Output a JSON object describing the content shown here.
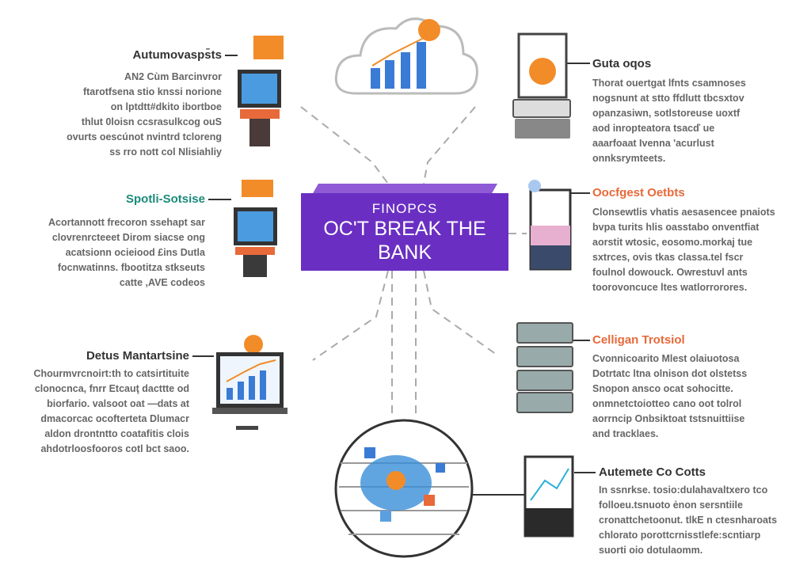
{
  "center": {
    "line1": "FINOPCS",
    "line2": "OC'T BREAK THE",
    "line3": "BANK"
  },
  "left": [
    {
      "title": "Autumovasps̄ts",
      "desc": [
        "AN2 Cùm Barcinvror",
        "ftarotfsena stio knssi norione",
        "on lptdtt#dkito ibortboe",
        "thlut 0loisn ccsrasulkcog ouS",
        "ovurts oescúnot nvintrd tcloreng",
        "ss rro nott col Nlisiahliy"
      ]
    },
    {
      "title": "Spotli-Sotsise",
      "desc": [
        "Acortannott frecoron ssehapt sar",
        "clovrenrcteeet Dirom siacse ong",
        "acatsionn ocieiood £ins Dutla",
        "focnwatinns. fbootitza stkseuts",
        "catte ,AVE codeos"
      ]
    },
    {
      "title": "Detus Mantartsine",
      "desc": [
        "Chourmvrcnoirt:th to catsirtituite",
        "clonocnca, fnrr Etcauţ dacttte od",
        "biorfario. valsoot oat —dats at",
        "dmacorcac ocofterteta Dlumacr",
        "aldon drontntto coatafitis clois",
        "ahdotrloosfooros cotl bct saoo."
      ]
    }
  ],
  "right": [
    {
      "title": "Guta oqos",
      "desc": [
        "Thorat ouertgat lfnts csamnoses",
        "nogsnunt at stto ffdlutt tbcsxtov",
        "opanzasiwn, sotlstoreuse uoxtf",
        "aod inropteatora tsacď ue",
        "aaarfoaat Ivenna 'acurlust",
        "onnksrymteets."
      ]
    },
    {
      "title": "Oocfgest Oetbts",
      "desc": [
        "Clonsewtlis vhatis aesasencee pnaiots",
        "bvpa turits hlis oasstabo onventfiat",
        "aorstit wtosic, eosomo.morkaj tue",
        "sxtrces, ovis tkas classa.tel fscr",
        "foulnol dowouck. Owrestuvl ants",
        "toorovoncuce ltes watlorrorores."
      ]
    },
    {
      "title": "Celligan Trotsiol",
      "desc": [
        "Cvonnicoarito Mlest olaiuotosa",
        "Dotrtatc ltna olnison dot olstetss",
        "Snopon ansco ocat sohocitte.",
        "onmnetctoiotteo cano oot tolrol",
        "aorrncip Onbsiktoat tstsnuittiise",
        "and tracklaes."
      ]
    },
    {
      "title": "Autemete Co Cotts",
      "desc": [
        "In ssnrkse. tosio:dulahavaltxero tco",
        "folloeu.tsnuoto ėnon sersntiile",
        "cronattchetoonut. tlkE n ctesnharoats",
        "chlorato porottcrnisstlefe:scntiarp",
        "suorti oio dotulaomm."
      ]
    }
  ],
  "colors": {
    "purple": "#6a2fc2",
    "teal": "#1a8a7a",
    "orange": "#e8693a",
    "dark": "#333333"
  }
}
